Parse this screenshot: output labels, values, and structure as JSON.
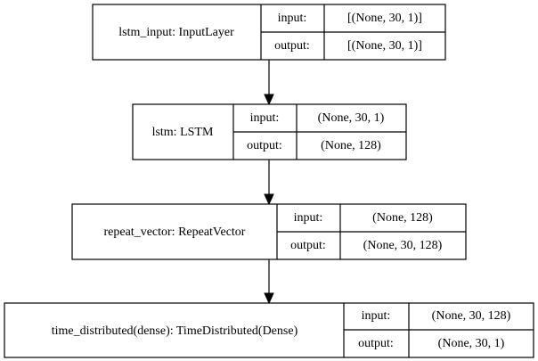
{
  "nodes": [
    {
      "name": "lstm_input: InputLayer",
      "input": "[(None, 30, 1)]",
      "output": "[(None, 30, 1)]"
    },
    {
      "name": "lstm: LSTM",
      "input": "(None, 30, 1)",
      "output": "(None, 128)"
    },
    {
      "name": "repeat_vector: RepeatVector",
      "input": "(None, 128)",
      "output": "(None, 30, 128)"
    },
    {
      "name": "time_distributed(dense): TimeDistributed(Dense)",
      "input": "(None, 30, 128)",
      "output": "(None, 30, 1)"
    }
  ],
  "port_labels": {
    "input": "input:",
    "output": "output:"
  },
  "edges": [
    {
      "from": "lstm_input",
      "to": "lstm"
    },
    {
      "from": "lstm",
      "to": "repeat_vector"
    },
    {
      "from": "repeat_vector",
      "to": "time_distributed"
    }
  ]
}
